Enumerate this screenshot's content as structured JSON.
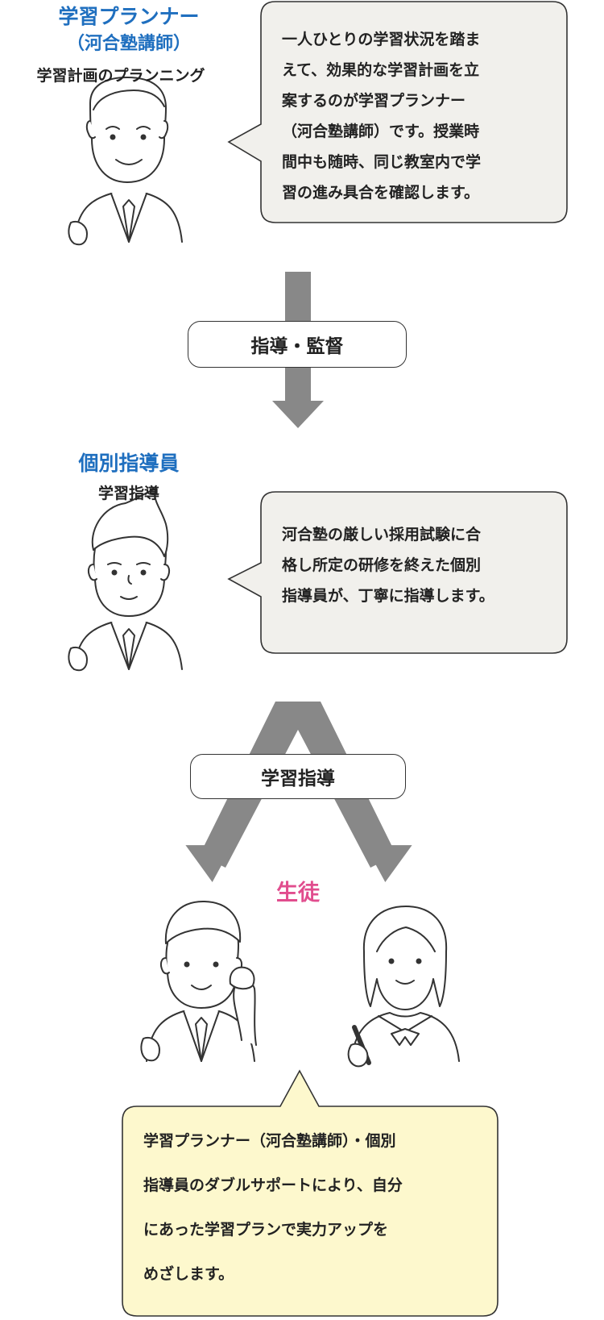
{
  "planner": {
    "title_line1": "学習プランナー",
    "title_line2": "（河合塾講師）",
    "role": "学習計画のプランニング",
    "bubble_lines": [
      "一人ひとりの学習状況を踏ま",
      "えて、効果的な学習計画を立",
      "案するのが学習プランナー",
      "（河合塾講師）です。授業時",
      "間中も随時、同じ教室内で学",
      "習の進み具合を確認します。"
    ]
  },
  "flow_label_1": "指導・監督",
  "tutor": {
    "title": "個別指導員",
    "role": "学習指導",
    "bubble_lines": [
      "河合塾の厳しい採用試験に合",
      "格し所定の研修を終えた個別",
      "指導員が、丁寧に指導します。"
    ]
  },
  "flow_label_2": "学習指導",
  "students": {
    "title": "生徒"
  },
  "summary_lines": [
    "学習プランナー（河合塾講師）・個別",
    "指導員のダブルサポートにより、自分",
    "にあった学習プランで実力アップを",
    "めざします。"
  ],
  "colors": {
    "title_blue": "#1f6fbf",
    "student_pink": "#e14d8e",
    "bubble_gray": "#f1f0ec",
    "bubble_yellow": "#fdf8cd",
    "arrow_gray": "#888888"
  }
}
